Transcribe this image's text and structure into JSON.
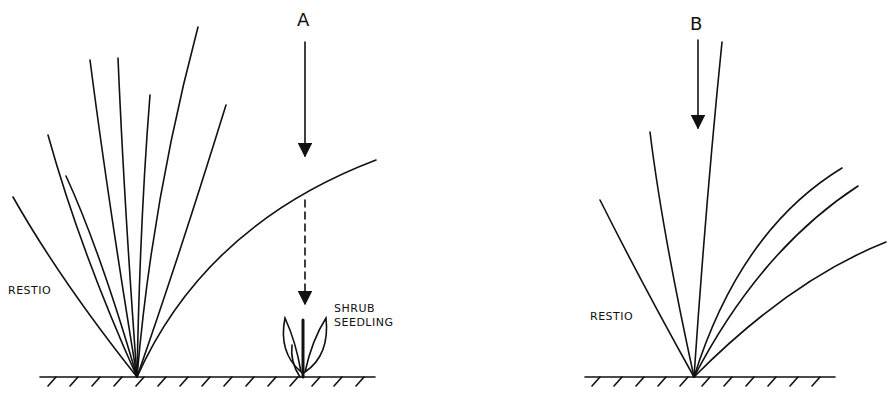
{
  "diagram": {
    "labels": [
      "A",
      "RESTIO",
      "SHRUB SEEDLING",
      "B",
      "RESTIO"
    ]
  }
}
